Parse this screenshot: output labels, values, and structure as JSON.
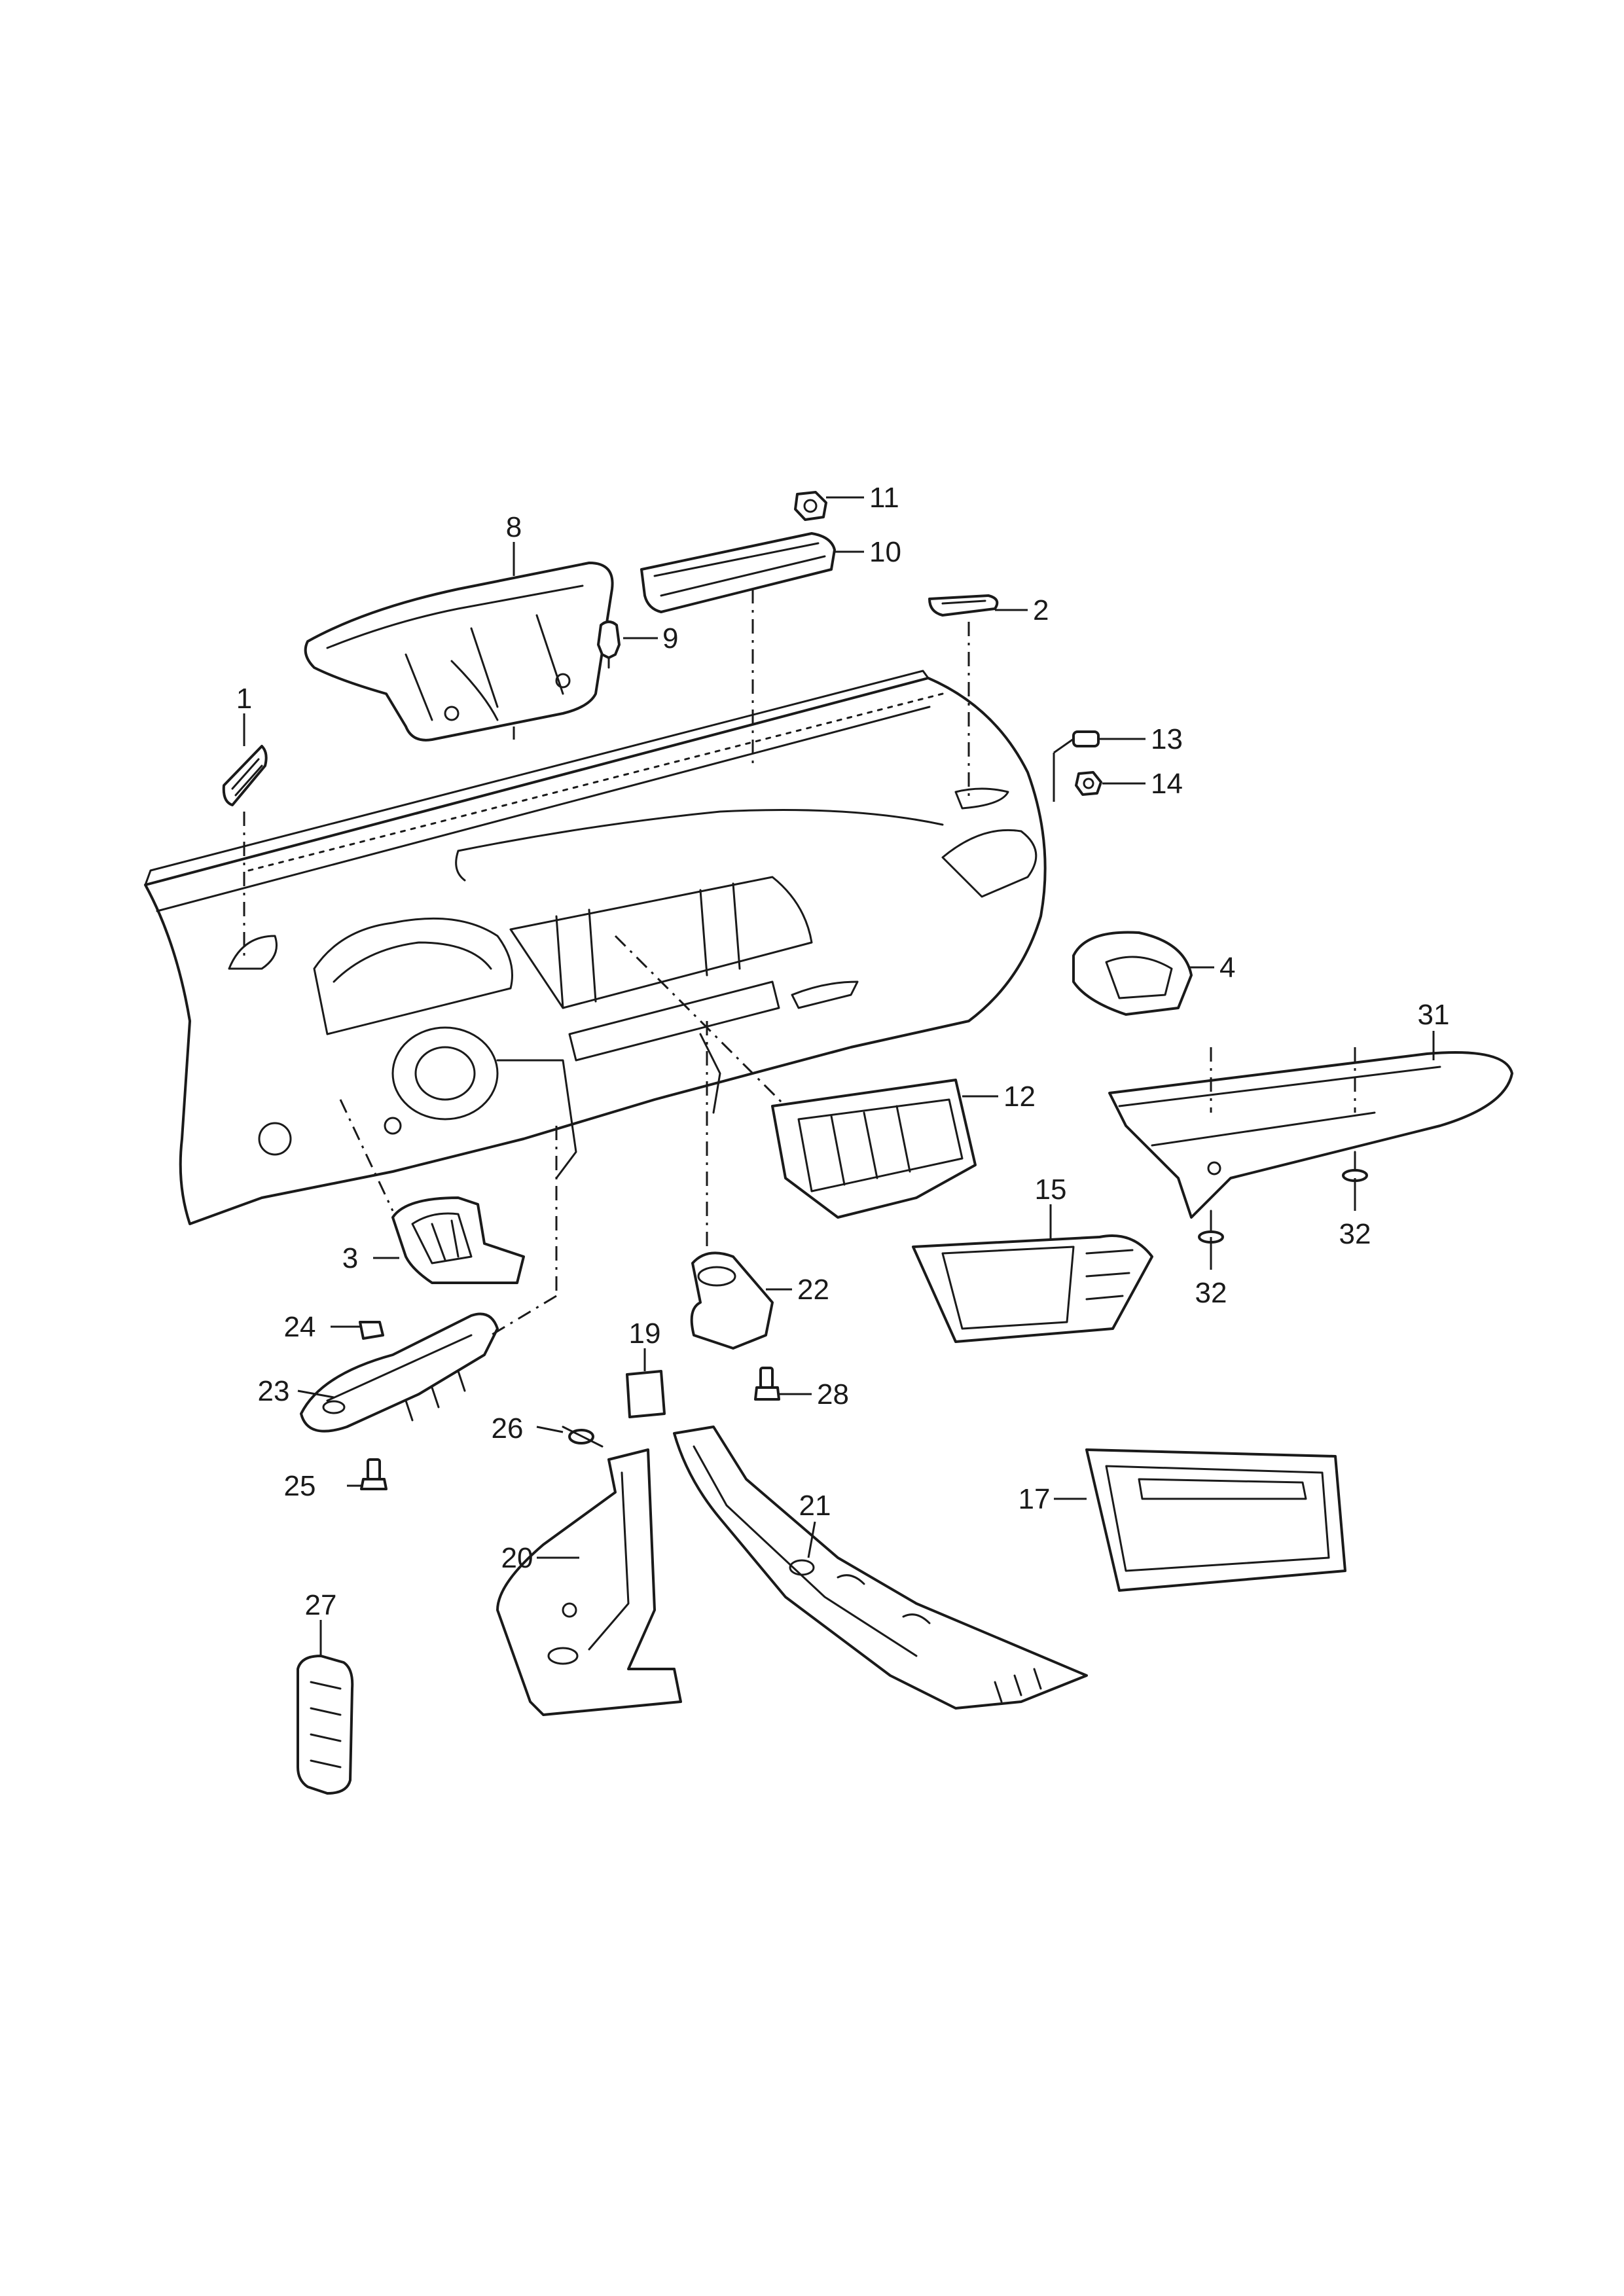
{
  "callouts": {
    "c1": "1",
    "c2": "2",
    "c3": "3",
    "c4": "4",
    "c8": "8",
    "c9": "9",
    "c10": "10",
    "c11": "11",
    "c12": "12",
    "c13": "13",
    "c14": "14",
    "c15": "15",
    "c17": "17",
    "c19": "19",
    "c20": "20",
    "c21": "21",
    "c22": "22",
    "c23": "23",
    "c24": "24",
    "c25": "25",
    "c26": "26",
    "c27": "27",
    "c28": "28",
    "c31": "31",
    "c32a": "32",
    "c32b": "32"
  }
}
